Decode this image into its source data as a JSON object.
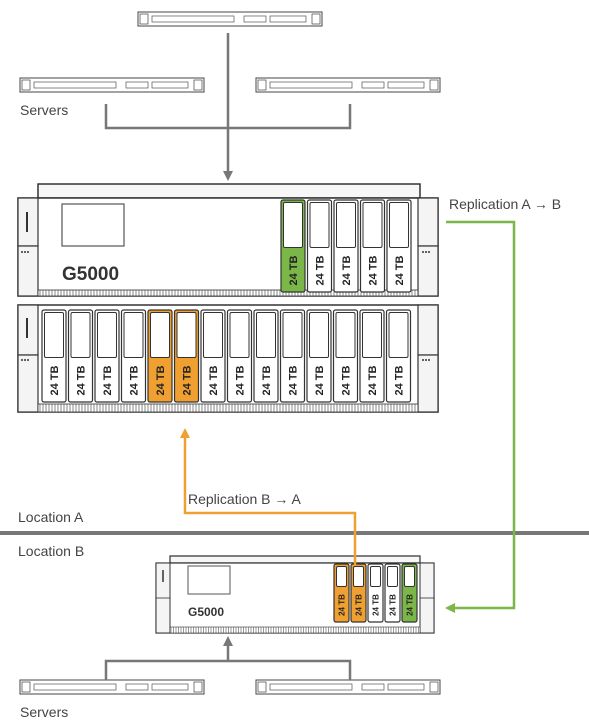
{
  "labels": {
    "servers_top": "Servers",
    "servers_bottom": "Servers",
    "replication_ab": "Replication A → B",
    "replication_ba": "Replication B → A",
    "location_a": "Location A",
    "location_b": "Location B"
  },
  "unit_a": {
    "model": "G5000",
    "top_row_drives": [
      {
        "label": "24 TB",
        "color": "green"
      },
      {
        "label": "24 TB",
        "color": "white"
      },
      {
        "label": "24 TB",
        "color": "white"
      },
      {
        "label": "24 TB",
        "color": "white"
      },
      {
        "label": "24 TB",
        "color": "white"
      }
    ],
    "expansion_drives": [
      {
        "label": "24 TB",
        "color": "white"
      },
      {
        "label": "24 TB",
        "color": "white"
      },
      {
        "label": "24 TB",
        "color": "white"
      },
      {
        "label": "24 TB",
        "color": "white"
      },
      {
        "label": "24 TB",
        "color": "orange"
      },
      {
        "label": "24 TB",
        "color": "orange"
      },
      {
        "label": "24 TB",
        "color": "white"
      },
      {
        "label": "24 TB",
        "color": "white"
      },
      {
        "label": "24 TB",
        "color": "white"
      },
      {
        "label": "24 TB",
        "color": "white"
      },
      {
        "label": "24 TB",
        "color": "white"
      },
      {
        "label": "24 TB",
        "color": "white"
      },
      {
        "label": "24 TB",
        "color": "white"
      },
      {
        "label": "24 TB",
        "color": "white"
      }
    ]
  },
  "unit_b": {
    "model": "G5000",
    "drives": [
      {
        "label": "24 TB",
        "color": "orange"
      },
      {
        "label": "24 TB",
        "color": "orange"
      },
      {
        "label": "24 TB",
        "color": "white"
      },
      {
        "label": "24 TB",
        "color": "white"
      },
      {
        "label": "24 TB",
        "color": "green"
      }
    ]
  },
  "colors": {
    "green": "#7ab648",
    "orange": "#f0a030",
    "outline": "#333333",
    "arrow_gray": "#777777",
    "divider": "#777777"
  }
}
